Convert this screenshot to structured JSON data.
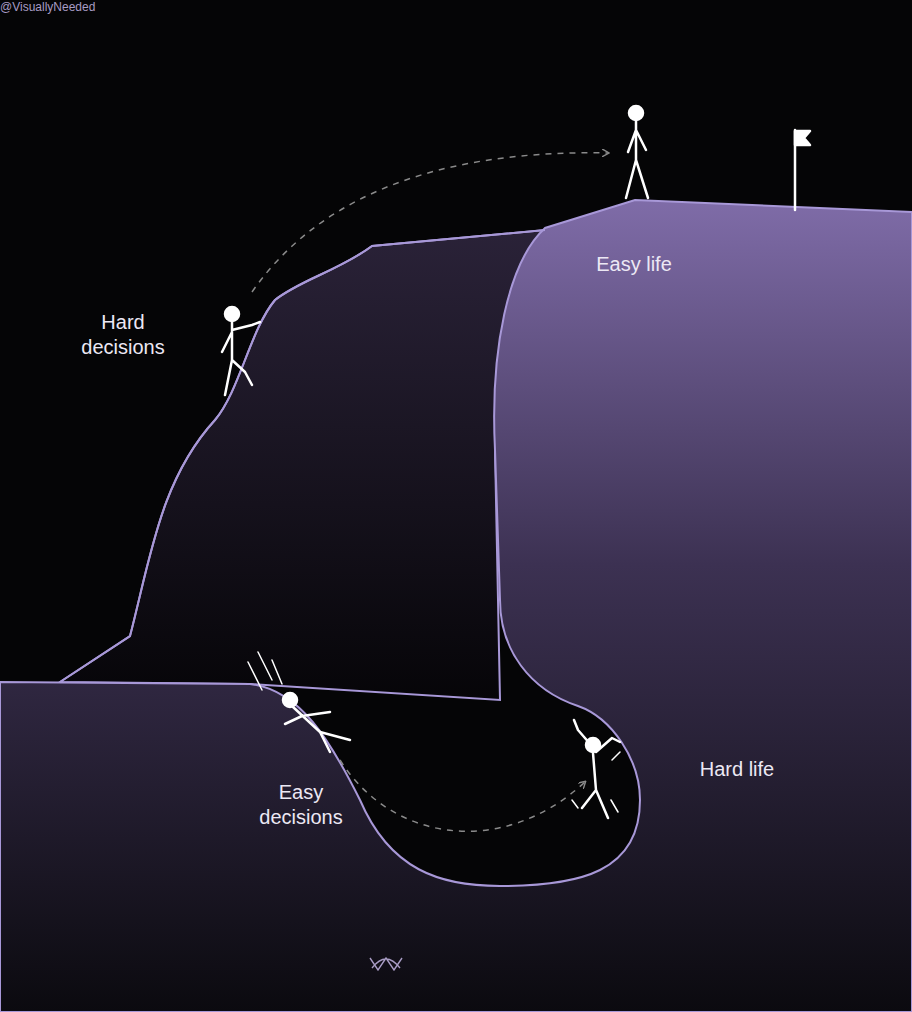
{
  "diagram": {
    "labels": [
      "Hard decisions",
      "Easy life",
      "Easy decisions",
      "Hard life",
      "@VisuallyNeeded"
    ]
  }
}
